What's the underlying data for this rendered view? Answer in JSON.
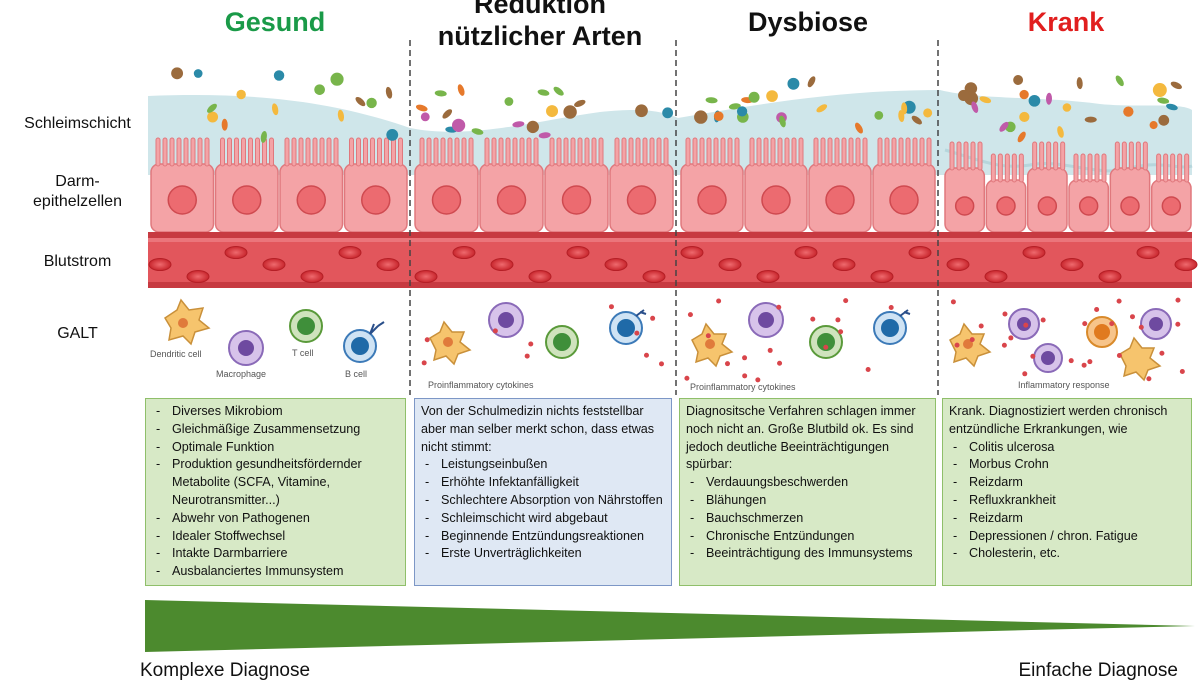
{
  "headings": {
    "gesund": "Gesund",
    "reduktion_line1": "Reduktion",
    "reduktion_line2": "nützlicher Arten",
    "dysbiose": "Dysbiose",
    "krank": "Krank"
  },
  "row_labels": {
    "schleimschicht": "Schleimschicht",
    "darm_line1": "Darm-",
    "darm_line2": "epithelzellen",
    "blutstrom": "Blutstrom",
    "galt": "GALT"
  },
  "galt_captions": {
    "dendritic": "Dendritic cell",
    "macrophage": "Macrophage",
    "tcell": "T cell",
    "bcell": "B cell",
    "cytokines_1": "Proinflammatory cytokines",
    "cytokines_2": "Proinflammatory cytokines",
    "inflammatory": "Inflammatory response"
  },
  "boxes": {
    "gesund": {
      "items": [
        "Diverses Mikrobiom",
        "Gleichmäßige Zusammensetzung",
        "Optimale Funktion",
        "Produktion gesundheitsfördernder Metabolite (SCFA, Vitamine, Neurotransmitter...)",
        "Abwehr von Pathogenen",
        "Idealer Stoffwechsel",
        "Intakte Darmbarriere",
        "Ausbalanciertes Immunsystem"
      ]
    },
    "reduktion": {
      "intro": "Von der Schulmedizin nichts feststellbar aber man selber merkt schon, dass etwas nicht stimmt:",
      "items": [
        "Leistungseinbußen",
        "Erhöhte Infektanfälligkeit",
        "Schlechtere Absorption von Nährstoffen",
        "Schleimschicht wird abgebaut",
        "Beginnende Entzündungsreaktionen",
        "Erste Unverträglichkeiten"
      ]
    },
    "dysbiose": {
      "intro": "Diagnositsche Verfahren schlagen immer noch nicht an. Große Blutbild ok. Es sind jedoch deutliche Beeinträchtigungen spürbar:",
      "items": [
        "Verdauungsbeschwerden",
        "Blähungen",
        "Bauchschmerzen",
        "Chronische Entzündungen",
        "Beeinträchtigung des Immunsystems"
      ]
    },
    "krank": {
      "intro": "Krank. Diagnostiziert werden chronisch entzündliche Erkrankungen, wie",
      "items": [
        "Colitis ulcerosa",
        "Morbus Crohn",
        "Reizdarm",
        "Refluxkrankheit",
        "Reizdarm",
        "Depressionen / chron. Fatigue",
        "Cholesterin, etc."
      ]
    }
  },
  "footer": {
    "left": "Komplexe Diagnose",
    "right": "Einfache Diagnose"
  },
  "colors": {
    "gesund_heading": "#1a9a48",
    "krank_heading": "#e11e1e",
    "mucus": "#cfe6ea",
    "epithel": "#f4a3a6",
    "blood": "#e2565c",
    "wedge": "#4c8a2e"
  }
}
